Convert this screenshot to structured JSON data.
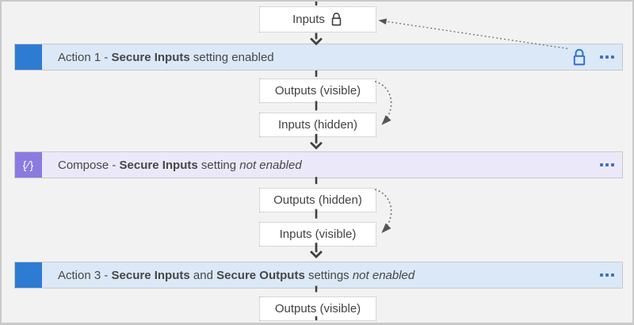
{
  "palette": {
    "canvas_bg": "#f2f2f2",
    "canvas_border": "#c9c9c9",
    "action_bar_bg": "#dbe8f7",
    "compose_bar_bg": "#ebe9f9",
    "bar_border": "#c9c9c9",
    "action_icon_bg": "#2e7bd3",
    "compose_icon_bg": "#8b7ae0",
    "ellipsis_blue": "#3c74bc",
    "lock_blue": "#2e6fd0",
    "lock_dark": "#3a3a3a",
    "io_box_border": "#b0b0b0",
    "text": "#474747",
    "connector": "#3f3f3f",
    "dotted_line": "#6f6f6f"
  },
  "start_box": {
    "label": "Inputs",
    "icon": "lock-icon"
  },
  "bars": {
    "action1": {
      "segments": [
        {
          "t": "Action 1 - "
        },
        {
          "t": "Secure Inputs",
          "b": true
        },
        {
          "t": " setting enabled"
        }
      ],
      "icons": [
        "lock-icon",
        "ellipsis-icon"
      ]
    },
    "compose": {
      "icon_glyph": "{∕}",
      "segments": [
        {
          "t": "Compose - "
        },
        {
          "t": "Secure Inputs",
          "b": true
        },
        {
          "t": " setting "
        },
        {
          "t": "not enabled",
          "i": true
        }
      ],
      "icons": [
        "ellipsis-icon"
      ]
    },
    "action3": {
      "segments": [
        {
          "t": "Action 3 - "
        },
        {
          "t": "Secure Inputs",
          "b": true
        },
        {
          "t": " and "
        },
        {
          "t": "Secure Outputs",
          "b": true
        },
        {
          "t": " settings "
        },
        {
          "t": "not enabled",
          "i": true
        }
      ],
      "icons": [
        "ellipsis-icon"
      ]
    }
  },
  "io_boxes": {
    "action1_outputs": "Outputs (visible)",
    "compose_inputs": "Inputs (hidden)",
    "compose_outputs": "Outputs (hidden)",
    "action3_inputs": "Inputs (visible)",
    "action3_outputs": "Outputs (visible)"
  }
}
